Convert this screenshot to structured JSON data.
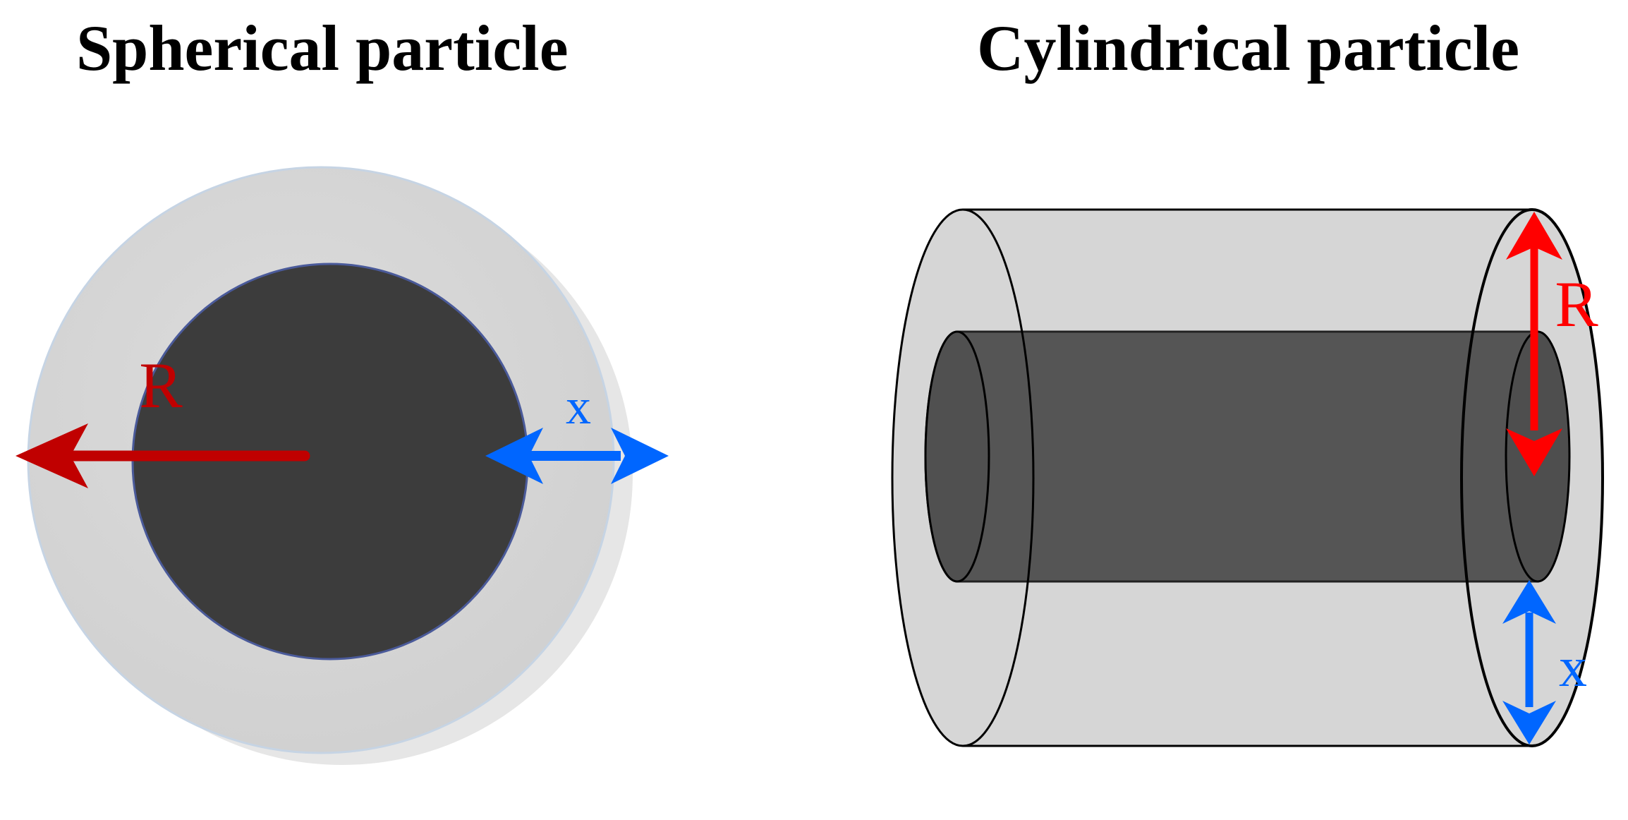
{
  "panels": {
    "spherical": {
      "title": "Spherical particle",
      "radius_label": "R",
      "thickness_label": "x"
    },
    "cylindrical": {
      "title": "Cylindrical particle",
      "radius_label": "R",
      "thickness_label": "x"
    }
  },
  "colors": {
    "shell": "#d6d6d6",
    "core": "#3c3c3c",
    "cylinder_core": "#555555",
    "radius_arrow_sphere": "#c00000",
    "radius_arrow_cylinder": "#ff0000",
    "thickness_arrow": "#0066ff",
    "outline": "#000000"
  }
}
